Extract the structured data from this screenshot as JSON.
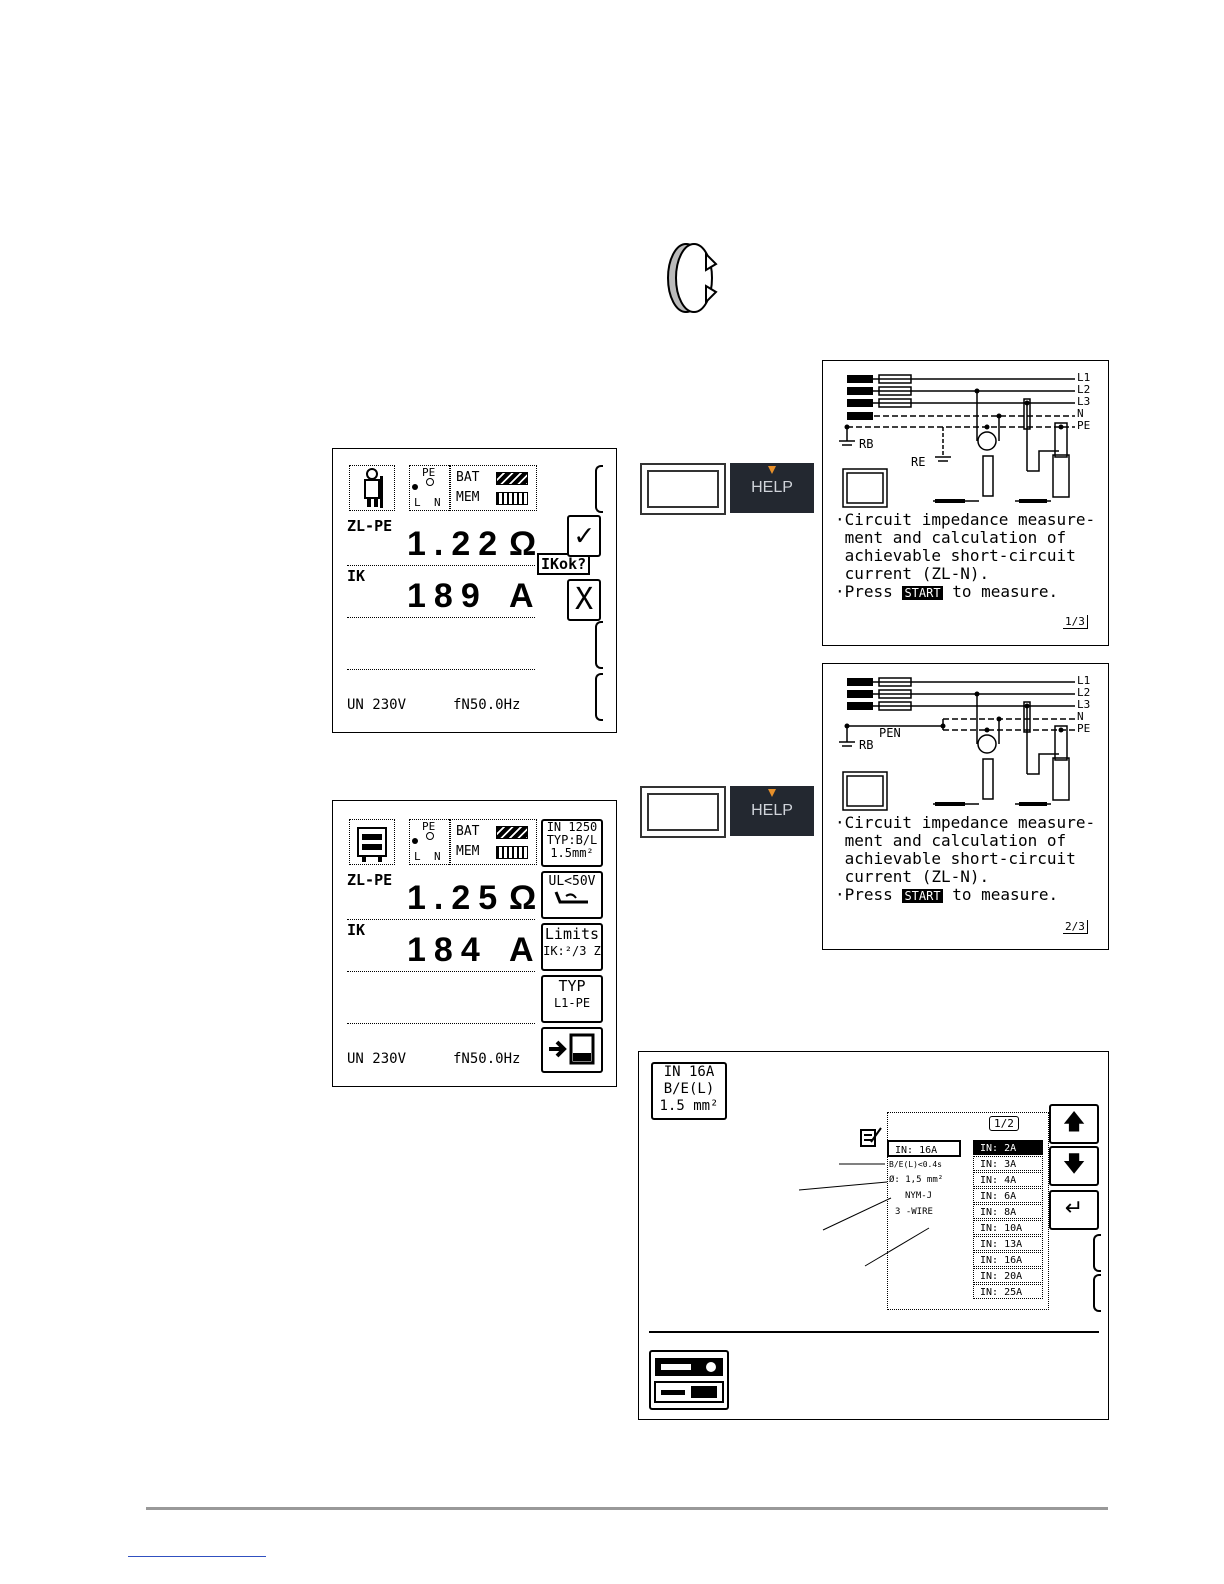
{
  "screen1": {
    "bat_label": "BAT",
    "mem_label": "MEM",
    "pe_label": "PE",
    "l_label": "L",
    "n_label": "N",
    "zlpe_label": "ZL-PE",
    "zlpe_value": "1.22",
    "zlpe_unit": "Ω",
    "ik_label": "IK",
    "ik_value": "189",
    "ik_unit": "A",
    "ikok_label": "IKok?",
    "check_label": "✓",
    "x_label": "X",
    "un_label": "UN 230V",
    "fn_label": "fN50.0Hz"
  },
  "screen2": {
    "bat_label": "BAT",
    "mem_label": "MEM",
    "pe_label": "PE",
    "l_label": "L",
    "n_label": "N",
    "zlpe_label": "ZL-PE",
    "zlpe_value": "1.25",
    "zlpe_unit": "Ω",
    "ik_label": "IK",
    "ik_value": "184",
    "ik_unit": "A",
    "sk1_line1": "IN 1250",
    "sk1_line2": "TYP:B/L",
    "sk1_line3": "1.5mm²",
    "sk2_line1": "UL<50V",
    "sk3_line1": "Limits",
    "sk3_line2": "IK:²/3 Z",
    "sk4_line1": "TYP",
    "sk4_line2": "L1-PE",
    "un_label": "UN 230V",
    "fn_label": "fN50.0Hz"
  },
  "help_key_label": "HELP",
  "help1": {
    "l1": "L1",
    "l2": "L2",
    "l3": "L3",
    "n": "N",
    "pe": "PE",
    "rb_label": "RB",
    "re_label": "RE",
    "text1": "·Circuit impedance measure-",
    "text2": " ment and calculation of",
    "text3": " achievable short-circuit",
    "text4": " current (ZL-N).",
    "text5_a": "·Press ",
    "start_label": "START",
    "text5_b": " to measure.",
    "page": "1/3"
  },
  "help2": {
    "l1": "L1",
    "l2": "L2",
    "l3": "L3",
    "n": "N",
    "pe": "PE",
    "rb_label": "RB",
    "pen_label": "PEN",
    "text1": "·Circuit impedance measure-",
    "text2": " ment and calculation of",
    "text3": " achievable short-circuit",
    "text4": " current (ZL-N).",
    "text5_a": "·Press ",
    "start_label": "START",
    "text5_b": " to measure.",
    "page": "2/3"
  },
  "fuse_panel": {
    "top_line1": "IN 16A",
    "top_line2": "B/E(L)",
    "top_line3": "1.5 mm²",
    "page": "1/2",
    "left_list": [
      "IN: 16A",
      "B/E(L)<0.4s",
      "Ø: 1,5 mm²",
      "NYM-J",
      "3 -WIRE"
    ],
    "right_list": [
      "IN: 2A",
      "IN: 3A",
      "IN: 4A",
      "IN: 6A",
      "IN: 8A",
      "IN: 10A",
      "IN: 13A",
      "IN: 16A",
      "IN: 20A",
      "IN: 25A"
    ]
  }
}
